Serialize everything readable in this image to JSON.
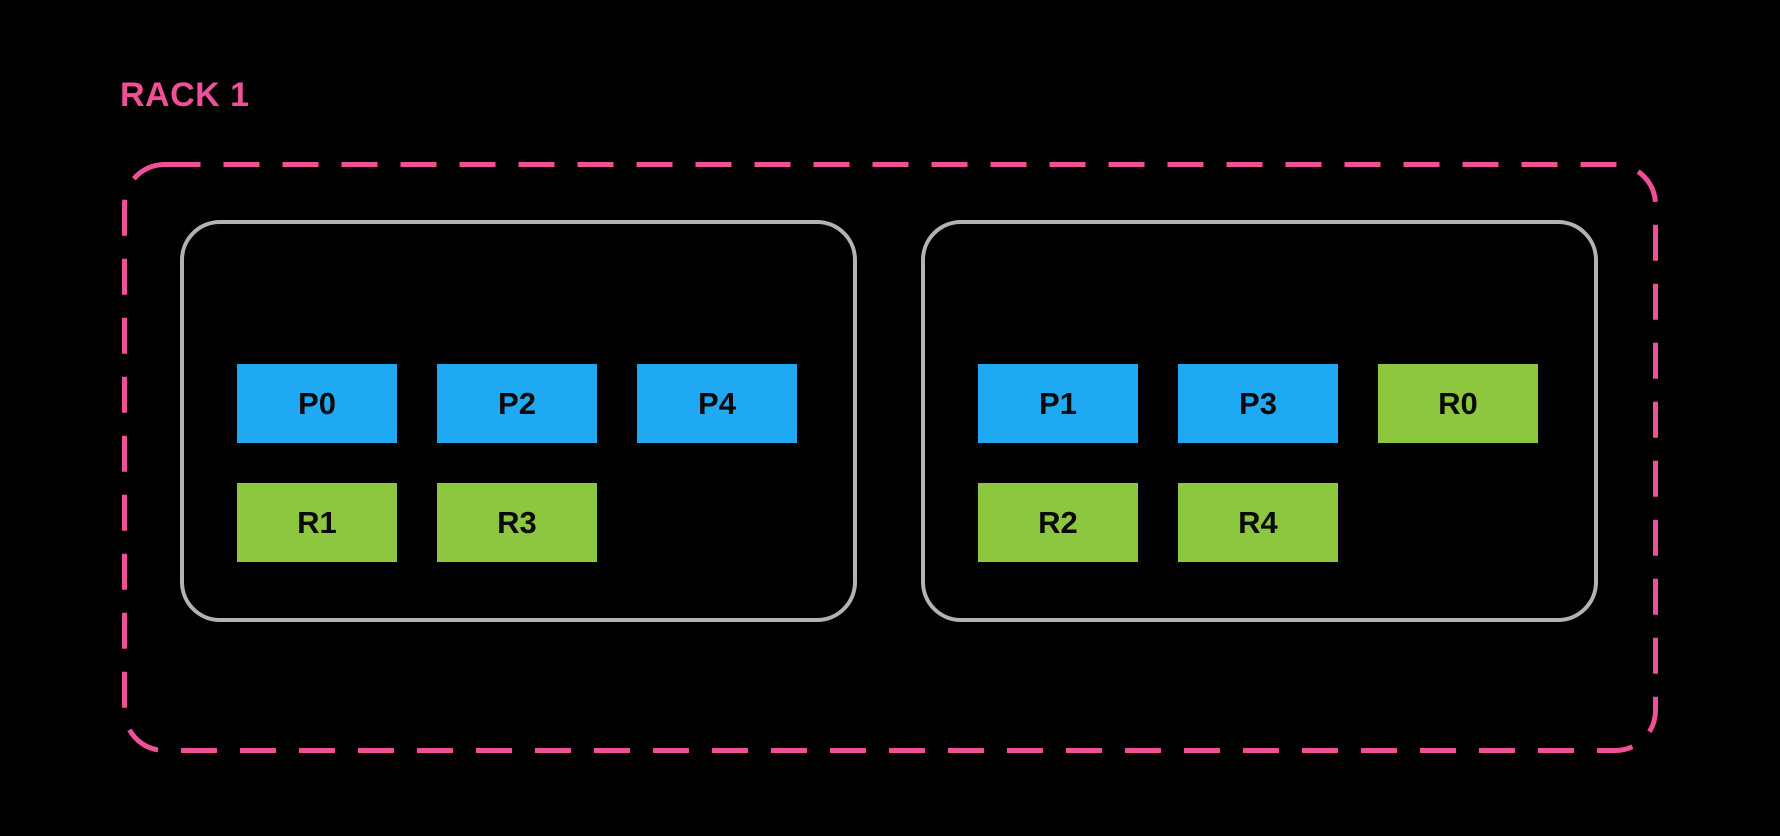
{
  "diagram": {
    "rack_label": "RACK 1",
    "nodes": [
      {
        "id": "node-0",
        "rows": [
          [
            {
              "label": "P0",
              "kind": "primary"
            },
            {
              "label": "P2",
              "kind": "primary"
            },
            {
              "label": "P4",
              "kind": "primary"
            }
          ],
          [
            {
              "label": "R1",
              "kind": "replica"
            },
            {
              "label": "R3",
              "kind": "replica"
            }
          ]
        ]
      },
      {
        "id": "node-1",
        "rows": [
          [
            {
              "label": "P1",
              "kind": "primary"
            },
            {
              "label": "P3",
              "kind": "primary"
            },
            {
              "label": "R0",
              "kind": "replica"
            }
          ],
          [
            {
              "label": "R2",
              "kind": "replica"
            },
            {
              "label": "R4",
              "kind": "replica"
            }
          ]
        ]
      }
    ]
  },
  "colors": {
    "background": "#000000",
    "rack_accent": "#EF5098",
    "node_border": "#B3B3B3",
    "primary_shard": "#1FA9F2",
    "replica_shard": "#8DC63F",
    "shard_label": "#0A0A0A"
  }
}
